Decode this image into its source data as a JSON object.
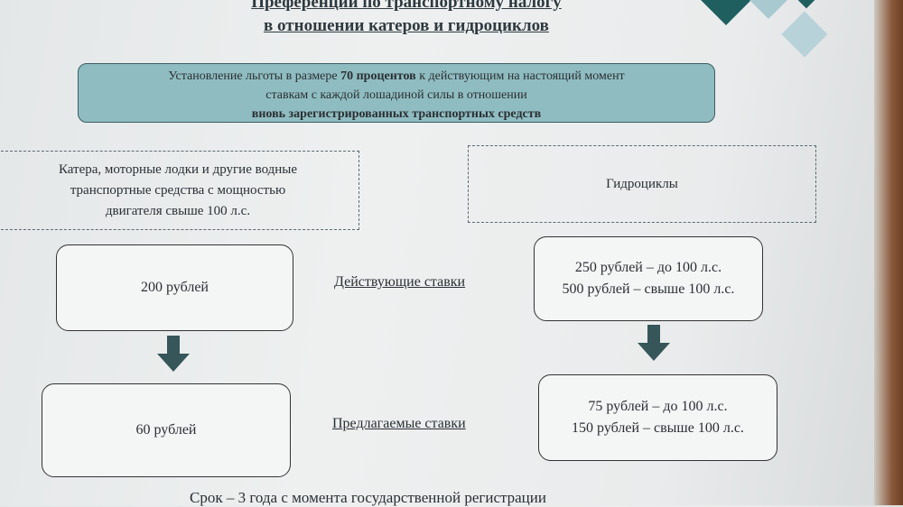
{
  "title": {
    "line1": "Преференции по транспортному налогу",
    "line2": "в отношении катеров и гидроциклов"
  },
  "banner": {
    "line1_pre": "Установление льготы в размере ",
    "line1_bold": "70 процентов",
    "line1_post": " к действующим на настоящий момент",
    "line2": "ставкам с каждой лошадиной силы в отношении",
    "line3": "вновь зарегистрированных транспортных средств"
  },
  "categories": {
    "left": {
      "line1": "Катера, моторные лодки и другие водные",
      "line2": "транспортные средства с мощностью",
      "line3": "двигателя свыше 100 л.с."
    },
    "right": "Гидроциклы"
  },
  "current": {
    "label": "Действующие ставки",
    "left": "200 рублей",
    "right_line1": "250 рублей – до 100 л.с.",
    "right_line2": "500 рублей – свыше 100 л.с."
  },
  "proposed": {
    "label": "Предлагаемые ставки",
    "left": "60 рублей",
    "right_line1": "75 рублей – до 100 л.с.",
    "right_line2": "150 рублей – свыше 100 л.с."
  },
  "footer": "Срок – 3 года с момента государственной регистрации",
  "colors": {
    "banner_fill": "#8fbcc0",
    "arrow": "#36565a",
    "deco_dark": "#1f5f60",
    "deco_light": "#a9c9d0"
  }
}
